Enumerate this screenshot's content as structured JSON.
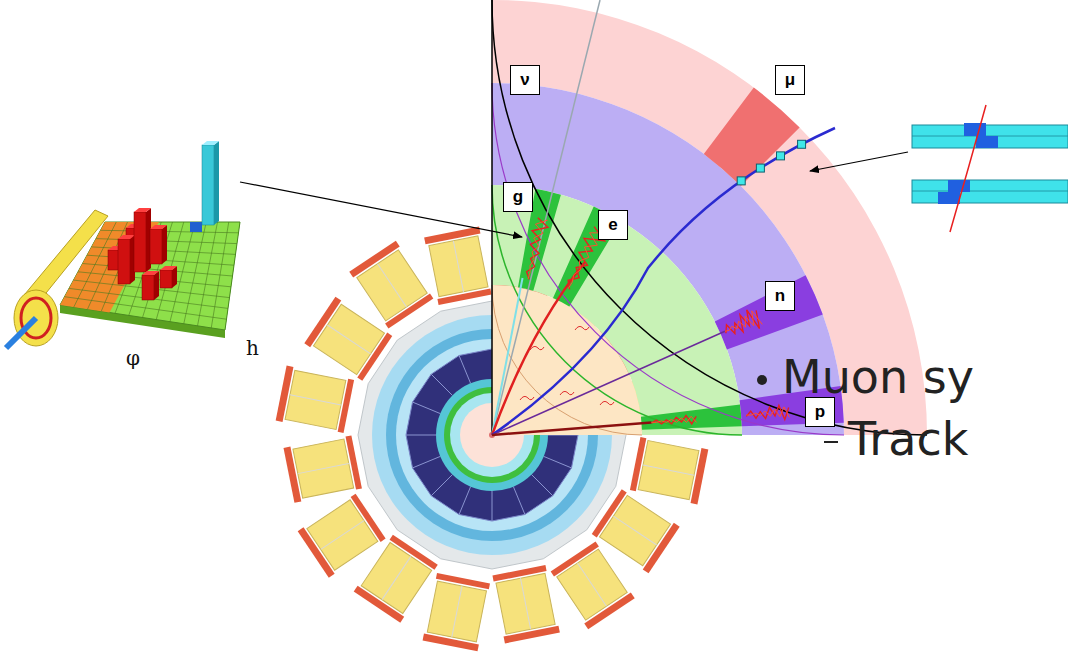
{
  "diagram": {
    "nodes": [
      {
        "text": [
          "ν"
        ]
      },
      {
        "text": [
          "μ"
        ]
      },
      {
        "text": [
          "g"
        ]
      },
      {
        "text": [
          "e"
        ]
      },
      {
        "text": [
          "n"
        ]
      },
      {
        "text": [
          "p"
        ]
      }
    ],
    "labels": [
      "φ",
      "h",
      "Muon sy",
      "Track"
    ]
  }
}
